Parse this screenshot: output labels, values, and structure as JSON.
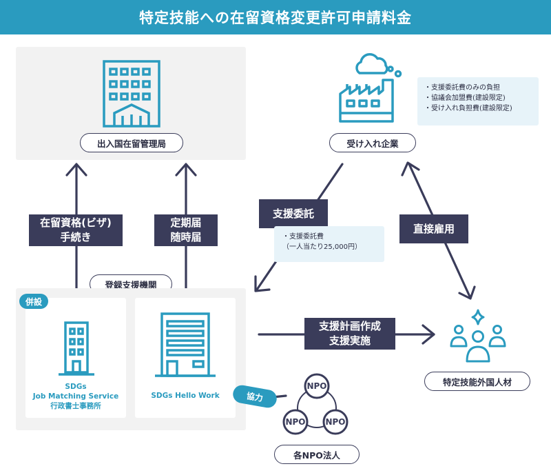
{
  "title": "特定技能への在留資格変更許可申請料金",
  "immigration": {
    "label": "出入国在留管理局"
  },
  "company": {
    "label": "受け入れ企業",
    "costs": [
      "支援委託費のみの負担",
      "協議会加盟費(建設限定)",
      "受け入れ負担費(建設限定)"
    ]
  },
  "support_org": {
    "label": "登録支援機関",
    "combined_badge": "併設",
    "units": [
      {
        "lines": [
          "SDGs",
          "Job Matching Service",
          "行政書士事務所"
        ]
      },
      {
        "lines": [
          "SDGs Hello Work"
        ]
      }
    ]
  },
  "arrows": {
    "visa": [
      "在留資格(ビザ)",
      "手続き"
    ],
    "report": [
      "定期届",
      "随時届"
    ],
    "outsource": [
      "支援委託"
    ],
    "outsource_note": [
      "支援委託費",
      "（一人当たり25,000円）"
    ],
    "employment": [
      "直接雇用"
    ],
    "plan": [
      "支援計画作成",
      "支援実施"
    ],
    "cooperation": "協力"
  },
  "worker": {
    "label": "特定技能外国人材"
  },
  "npo": {
    "node": "NPO",
    "label": "各NPO法人"
  },
  "colors": {
    "teal": "#2a9bbf",
    "navy": "#3a3c5a",
    "panel": "#f2f2f2",
    "note": "#e7f3f9"
  }
}
